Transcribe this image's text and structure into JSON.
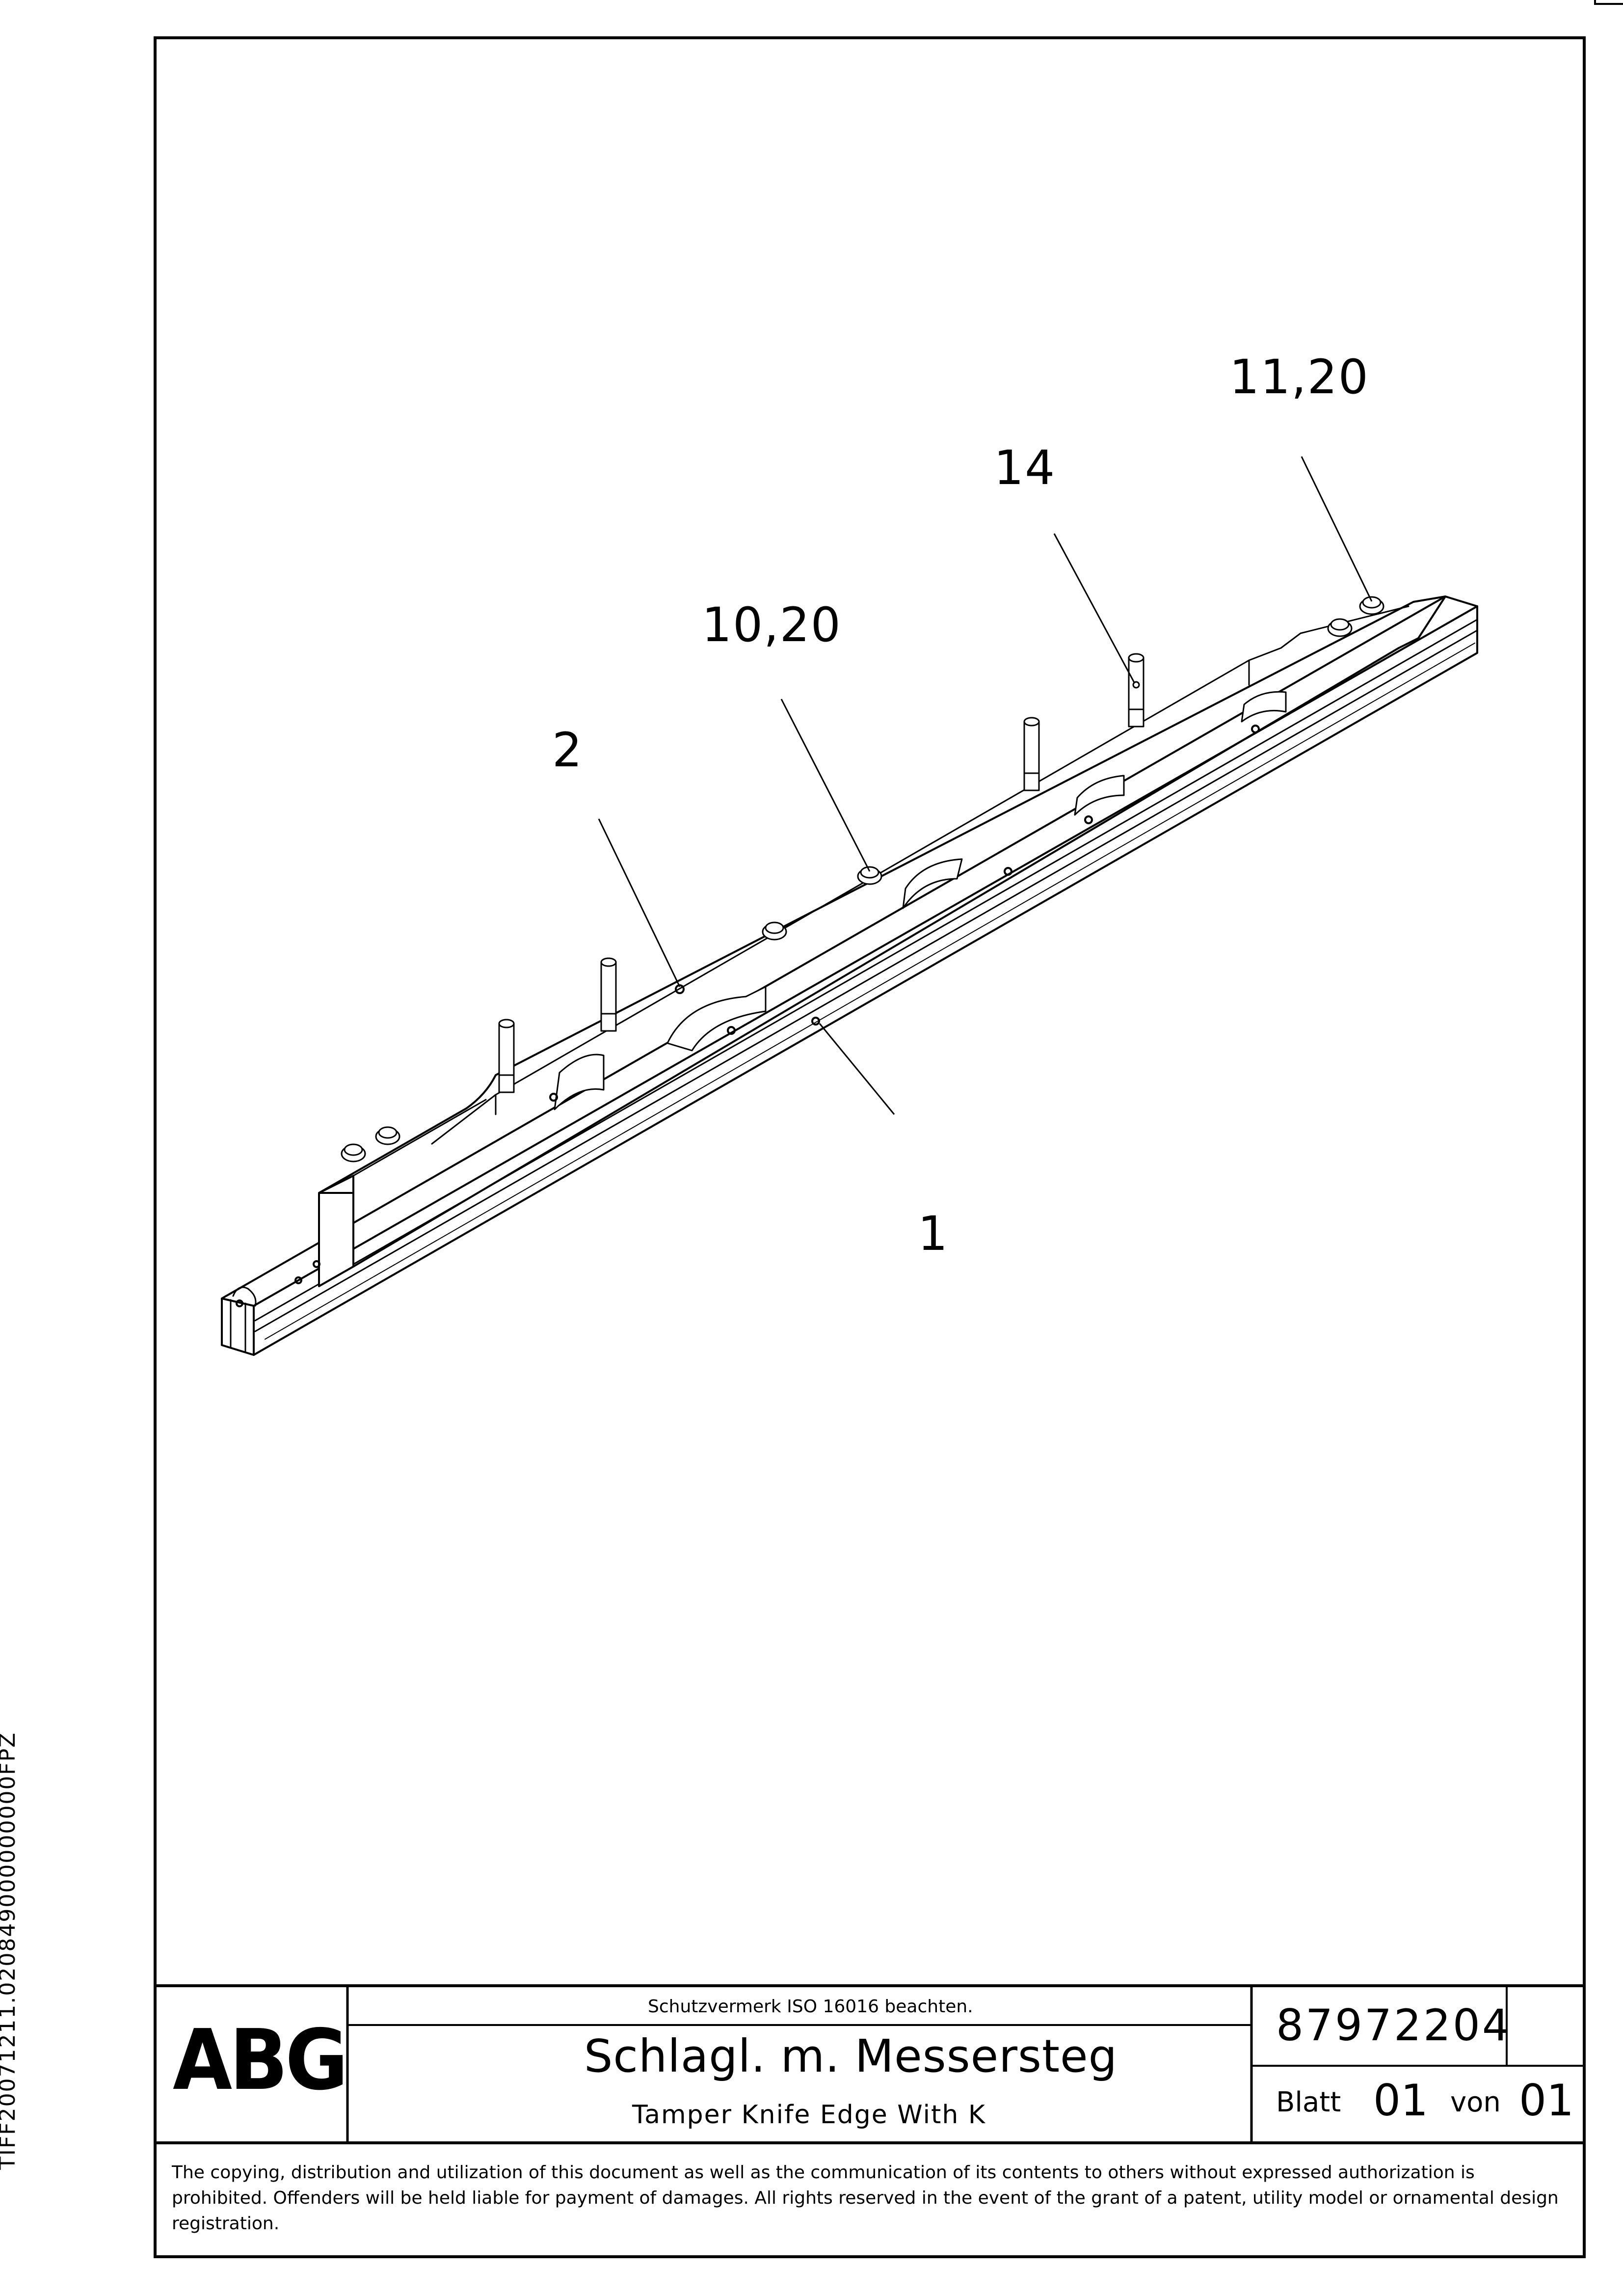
{
  "side_code": "TIFF20071211.020849000000000FPZ",
  "callouts": {
    "c1": "1",
    "c2": "2",
    "c10": "10,20",
    "c14": "14",
    "c11": "11,20"
  },
  "title_block": {
    "logo": "ABG",
    "notice": "Schutzvermerk ISO 16016 beachten.",
    "title_de": "Schlagl. m. Messersteg",
    "title_en": "Tamper Knife Edge With K",
    "doc_number": "87972204",
    "sheet_label": "Blatt",
    "sheet_value": "01",
    "of_label": "von",
    "of_value": "01"
  },
  "copyright": "The copying, distribution and utilization of this document as well as the communication of its contents to others without expressed authorization is prohibited. Offenders will be held liable for payment of damages. All rights reserved in the event of the grant of a patent, utility model or ornamental design registration."
}
